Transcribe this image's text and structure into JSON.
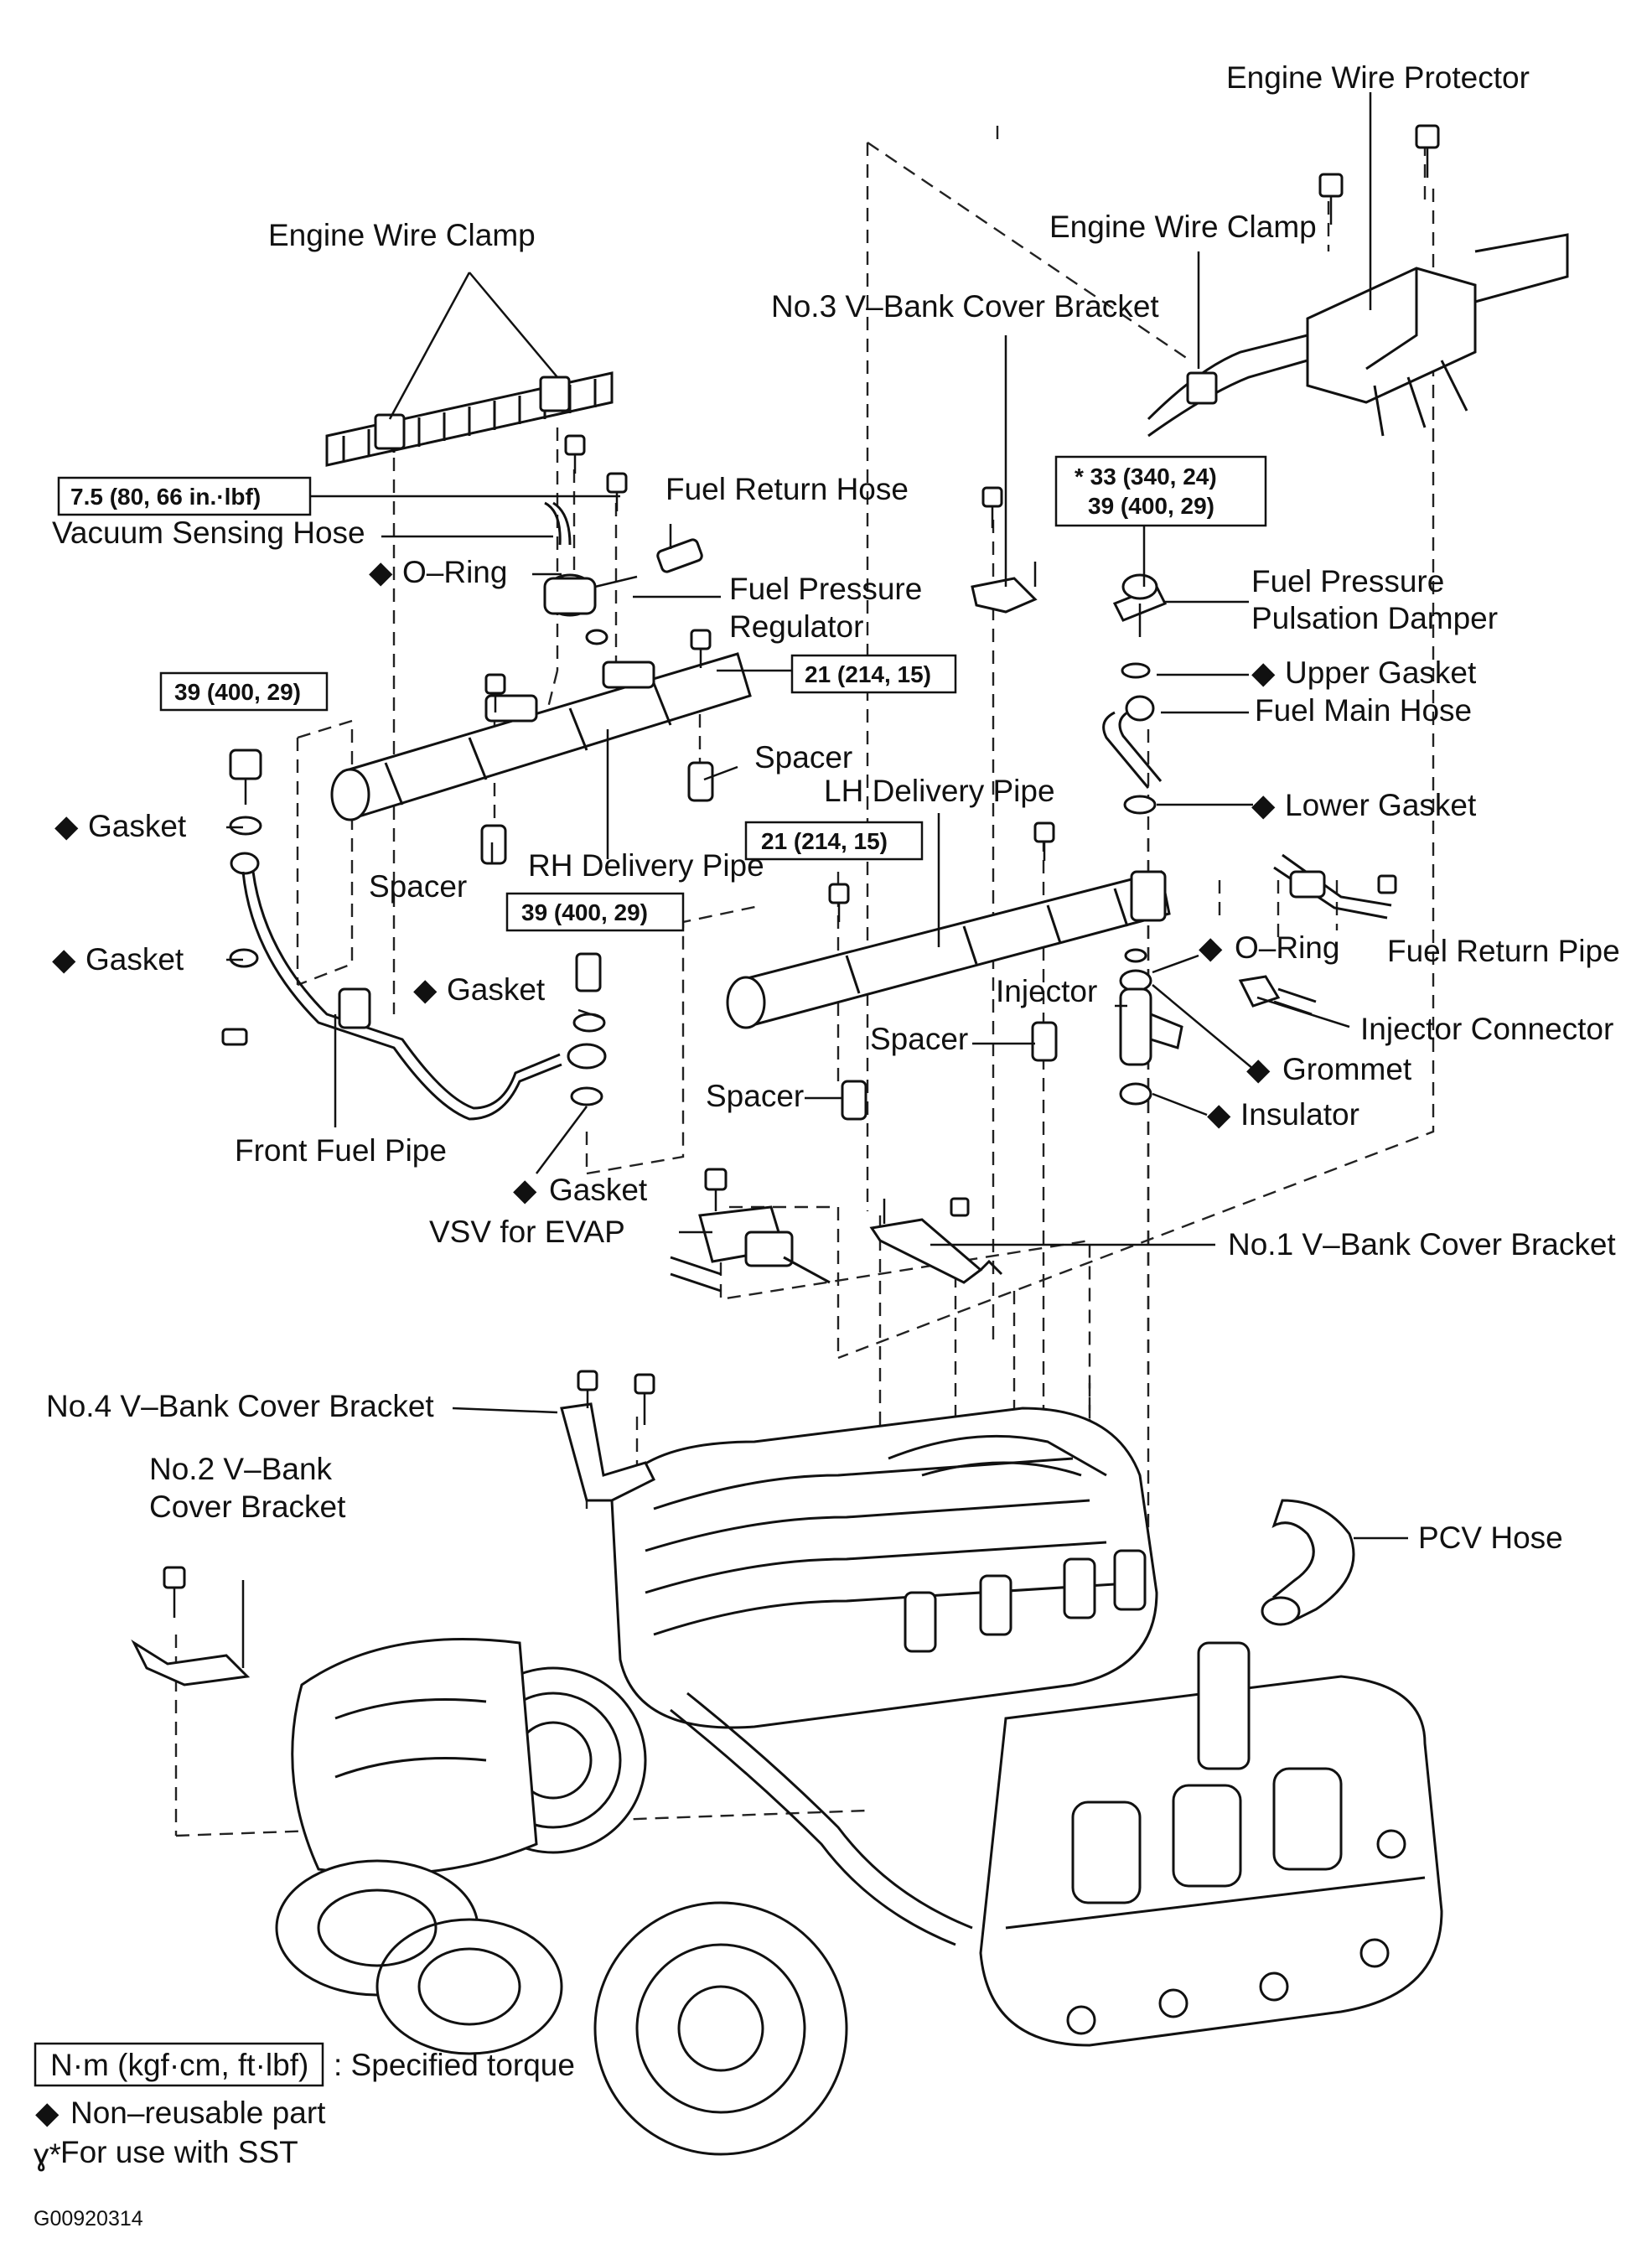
{
  "labels": {
    "engine_wire_protector": "Engine Wire Protector",
    "engine_wire_clamp_left": "Engine Wire Clamp",
    "engine_wire_clamp_right": "Engine Wire Clamp",
    "no3_bracket": "No.3 V–Bank Cover Bracket",
    "fuel_return_hose": "Fuel Return Hose",
    "vacuum_sensing_hose": "Vacuum Sensing Hose",
    "o_ring_left": "O–Ring",
    "fuel_pressure_regulator_line1": "Fuel Pressure",
    "fuel_pressure_regulator_line2": "Regulator",
    "fuel_pressure_pulsation_damper_line1": "Fuel Pressure",
    "fuel_pressure_pulsation_damper_line2": "Pulsation Damper",
    "upper_gasket": "Upper Gasket",
    "fuel_main_hose": "Fuel Main Hose",
    "lower_gasket": "Lower Gasket",
    "spacer_rh_upper": "Spacer",
    "lh_delivery_pipe": "LH Delivery Pipe",
    "gasket_1": "Gasket",
    "gasket_2": "Gasket",
    "gasket_3": "Gasket",
    "gasket_4": "Gasket",
    "spacer_left": "Spacer",
    "rh_delivery_pipe": "RH Delivery Pipe",
    "o_ring_right": "O–Ring",
    "fuel_return_pipe": "Fuel Return Pipe",
    "injector": "Injector",
    "injector_connector": "Injector Connector",
    "spacer_mid": "Spacer",
    "grommet": "Grommet",
    "spacer_lower": "Spacer",
    "insulator": "Insulator",
    "front_fuel_pipe": "Front Fuel Pipe",
    "vsv_for_evap": "VSV for EVAP",
    "no1_bracket": "No.1 V–Bank Cover Bracket",
    "no4_bracket": "No.4 V–Bank Cover Bracket",
    "no2_bracket_line1": "No.2 V–Bank",
    "no2_bracket_line2": "Cover Bracket",
    "pcv_hose": "PCV Hose"
  },
  "torques": {
    "t_7_5": "7.5 (80, 66 in.·lbf)",
    "t_33": "* 33 (340, 24)",
    "t_39_damper": "39 (400, 29)",
    "t_39_left": "39 (400, 29)",
    "t_21_upper": "21 (214, 15)",
    "t_21_lower": "21 (214, 15)",
    "t_39_mid": "39 (400, 29)"
  },
  "symbols": {
    "non_reusable": "◆"
  },
  "legend": {
    "torque_units": "N·m (kgf·cm, ft·lbf)",
    "torque_desc": ": Specified torque",
    "non_reusable_desc": "Non–reusable part",
    "sst_symbol": "ɣ*",
    "sst_desc": "For use with SST"
  },
  "figure_code": "G00920314"
}
